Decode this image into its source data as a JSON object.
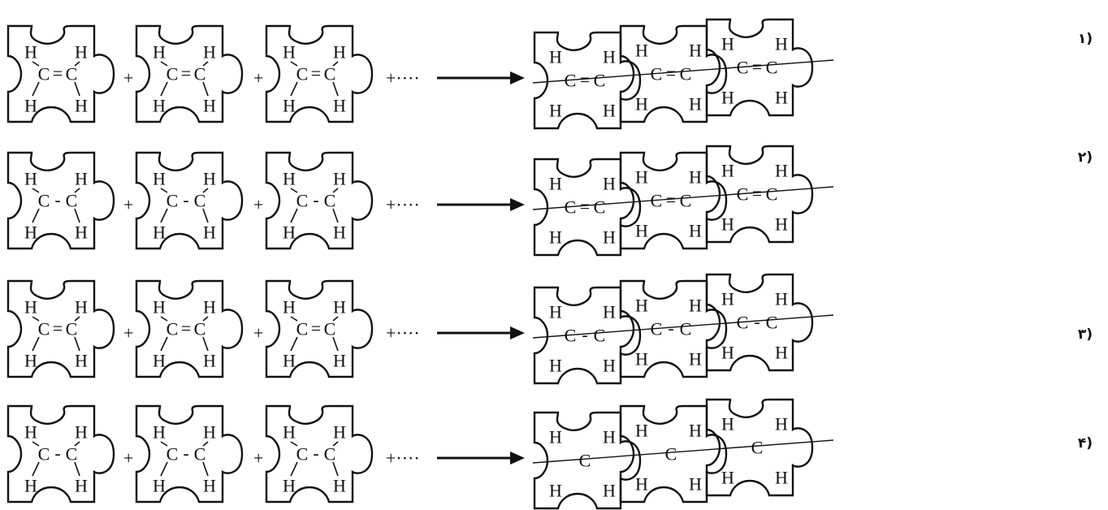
{
  "rows": [
    {
      "option_number": "۱)",
      "monomer": {
        "left_top": "H",
        "right_top": "H",
        "left_bottom": "H",
        "right_bottom": "H",
        "bond": "="
      },
      "polymer_bond_within": "=",
      "polymer_bond_between": "-"
    },
    {
      "option_number": "۲)",
      "monomer": {
        "left_top": "H",
        "right_top": "H",
        "left_bottom": "H",
        "right_bottom": "H",
        "bond": "-"
      },
      "polymer_bond_within": "=",
      "polymer_bond_between": "-"
    },
    {
      "option_number": "۳)",
      "monomer": {
        "left_top": "H",
        "right_top": "H",
        "left_bottom": "H",
        "right_bottom": "H",
        "bond": "="
      },
      "polymer_bond_within": "-",
      "polymer_bond_between": "-"
    },
    {
      "option_number": "۴)",
      "monomer": {
        "left_top": "H",
        "right_top": "H",
        "left_bottom": "H",
        "right_bottom": "H",
        "bond": "-"
      },
      "polymer_bond_within": "",
      "polymer_bond_between": "-"
    }
  ],
  "carbon": "C",
  "plus": "+",
  "continuation": "+····"
}
